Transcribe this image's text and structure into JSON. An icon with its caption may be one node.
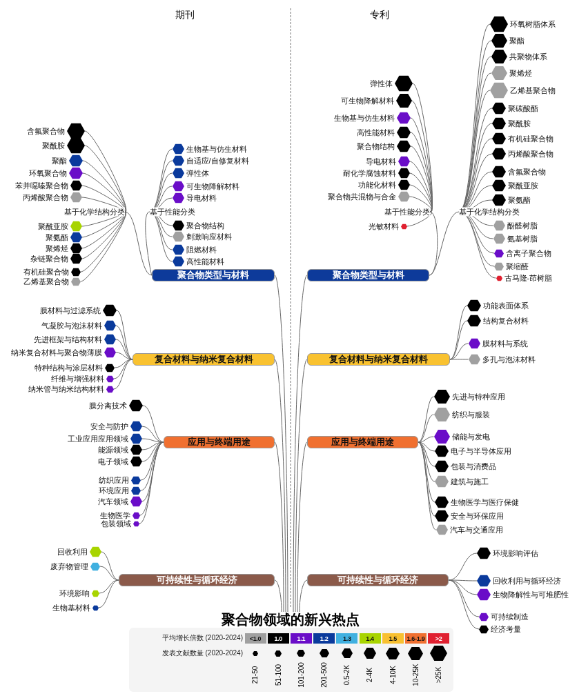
{
  "diagram": {
    "nodes": [
      {
        "text": [
          "聚合物领域的新兴热点"
        ]
      },
      {
        "text": [
          "聚合物类型与材料"
        ]
      },
      {
        "text": [
          "基于化学结构分类"
        ]
      },
      {
        "text": [],
        "shape": "hexagon",
        "beside": [
          "含氟聚合物"
        ]
      },
      {
        "text": [],
        "shape": "hexagon",
        "beside": [
          "聚酰胺"
        ]
      },
      {
        "text": [],
        "shape": "hexagon",
        "beside": [
          "聚酯"
        ]
      },
      {
        "text": [],
        "shape": "hexagon",
        "beside": [
          "环氧聚合物"
        ]
      },
      {
        "text": [],
        "shape": "hexagon",
        "beside": [
          "苯并噁嗪聚合物"
        ]
      },
      {
        "text": [],
        "shape": "hexagon",
        "beside": [
          "丙烯酸聚合物"
        ]
      },
      {
        "text": [],
        "shape": "hexagon",
        "beside": [
          "聚酰亚胺"
        ]
      },
      {
        "text": [],
        "shape": "hexagon",
        "beside": [
          "聚氨酯"
        ]
      },
      {
        "text": [],
        "shape": "hexagon",
        "beside": [
          "聚烯烃"
        ]
      },
      {
        "text": [],
        "shape": "hexagon",
        "beside": [
          "杂链聚合物"
        ]
      },
      {
        "text": [],
        "shape": "hexagon",
        "beside": [
          "有机硅聚合物"
        ]
      },
      {
        "text": [],
        "shape": "hexagon",
        "beside": [
          "乙烯基聚合物"
        ]
      },
      {
        "text": [
          "基于性能分类"
        ]
      },
      {
        "text": [],
        "shape": "hexagon",
        "beside": [
          "生物基与仿生材料"
        ]
      },
      {
        "text": [],
        "shape": "hexagon",
        "beside": [
          "自适应/自修复材料"
        ]
      },
      {
        "text": [],
        "shape": "hexagon",
        "beside": [
          "弹性体"
        ]
      },
      {
        "text": [],
        "shape": "hexagon",
        "beside": [
          "可生物降解材料"
        ]
      },
      {
        "text": [],
        "shape": "hexagon",
        "beside": [
          "导电材料"
        ]
      },
      {
        "text": [],
        "shape": "hexagon",
        "beside": [
          "聚合物结构"
        ]
      },
      {
        "text": [],
        "shape": "hexagon",
        "beside": [
          "刺激响应材料"
        ]
      },
      {
        "text": [],
        "shape": "hexagon",
        "beside": [
          "阻燃材料"
        ]
      },
      {
        "text": [],
        "shape": "hexagon",
        "beside": [
          "高性能材料"
        ]
      },
      {
        "text": [
          "复合材料与纳米复合材料"
        ]
      },
      {
        "text": [],
        "shape": "hexagon",
        "beside": [
          "膜材料与过滤系统"
        ]
      },
      {
        "text": [],
        "shape": "hexagon",
        "beside": [
          "气凝胶与泡沫材料"
        ]
      },
      {
        "text": [],
        "shape": "hexagon",
        "beside": [
          "先进框架与结构材料"
        ]
      },
      {
        "text": [],
        "shape": "hexagon",
        "beside": [
          "纳米复合材料与聚合物薄膜"
        ]
      },
      {
        "text": [],
        "shape": "hexagon",
        "beside": [
          "特种结构与涂层材料"
        ]
      },
      {
        "text": [],
        "shape": "hexagon",
        "beside": [
          "纤维与增强材料"
        ]
      },
      {
        "text": [],
        "shape": "hexagon",
        "beside": [
          "纳米管与纳米结构材料"
        ]
      },
      {
        "text": [
          "应用与终端用途"
        ]
      },
      {
        "text": [],
        "shape": "hexagon",
        "beside": [
          "膜分离技术"
        ]
      },
      {
        "text": [],
        "shape": "hexagon",
        "beside": [
          "安全与防护"
        ]
      },
      {
        "text": [],
        "shape": "hexagon",
        "beside": [
          "工业应用应用领域"
        ]
      },
      {
        "text": [],
        "shape": "hexagon",
        "beside": [
          "能源领域"
        ]
      },
      {
        "text": [],
        "shape": "hexagon",
        "beside": [
          "电子领域"
        ]
      },
      {
        "text": [],
        "shape": "hexagon",
        "beside": [
          "纺织应用"
        ]
      },
      {
        "text": [],
        "shape": "hexagon",
        "beside": [
          "环境应用"
        ]
      },
      {
        "text": [],
        "shape": "hexagon",
        "beside": [
          "汽车领域"
        ]
      },
      {
        "text": [],
        "shape": "hexagon",
        "beside": [
          "生物医学"
        ]
      },
      {
        "text": [],
        "shape": "hexagon",
        "beside": [
          "包装领域"
        ]
      },
      {
        "text": [
          "可持续性与循环经济"
        ]
      },
      {
        "text": [],
        "shape": "hexagon",
        "beside": [
          "回收利用"
        ]
      },
      {
        "text": [],
        "shape": "hexagon",
        "beside": [
          "废弃物管理"
        ]
      },
      {
        "text": [],
        "shape": "hexagon",
        "beside": [
          "环境影响"
        ]
      },
      {
        "text": [],
        "shape": "hexagon",
        "beside": [
          "生物基材料"
        ]
      },
      {
        "text": [
          "聚合物类型与材料"
        ]
      },
      {
        "text": [
          "基于性能分类"
        ]
      },
      {
        "text": [],
        "shape": "hexagon",
        "beside": [
          "弹性体"
        ]
      },
      {
        "text": [],
        "shape": "hexagon",
        "beside": [
          "可生物降解材料"
        ]
      },
      {
        "text": [],
        "shape": "hexagon",
        "beside": [
          "生物基与仿生材料"
        ]
      },
      {
        "text": [],
        "shape": "hexagon",
        "beside": [
          "高性能材料"
        ]
      },
      {
        "text": [],
        "shape": "hexagon",
        "beside": [
          "聚合物结构"
        ]
      },
      {
        "text": [],
        "shape": "hexagon",
        "beside": [
          "导电材料"
        ]
      },
      {
        "text": [],
        "shape": "hexagon",
        "beside": [
          "耐化学腐蚀材料"
        ]
      },
      {
        "text": [],
        "shape": "hexagon",
        "beside": [
          "功能化材料"
        ]
      },
      {
        "text": [],
        "shape": "hexagon",
        "beside": [
          "聚合物共混物与合金"
        ]
      },
      {
        "text": [],
        "shape": "hexagon",
        "beside": [
          "光敏材料"
        ]
      },
      {
        "text": [
          "基于化学结构分类"
        ]
      },
      {
        "text": [],
        "shape": "hexagon",
        "beside": [
          "环氧树脂体系"
        ]
      },
      {
        "text": [],
        "shape": "hexagon",
        "beside": [
          "聚酯"
        ]
      },
      {
        "text": [],
        "shape": "hexagon",
        "beside": [
          "共聚物体系"
        ]
      },
      {
        "text": [],
        "shape": "hexagon",
        "beside": [
          "聚烯烃"
        ]
      },
      {
        "text": [],
        "shape": "hexagon",
        "beside": [
          "乙烯基聚合物"
        ]
      },
      {
        "text": [],
        "shape": "hexagon",
        "beside": [
          "聚碳酸酯"
        ]
      },
      {
        "text": [],
        "shape": "hexagon",
        "beside": [
          "聚酰胺"
        ]
      },
      {
        "text": [],
        "shape": "hexagon",
        "beside": [
          "有机硅聚合物"
        ]
      },
      {
        "text": [],
        "shape": "hexagon",
        "beside": [
          "丙烯酸聚合物"
        ]
      },
      {
        "text": [],
        "shape": "hexagon",
        "beside": [
          "含氟聚合物"
        ]
      },
      {
        "text": [],
        "shape": "hexagon",
        "beside": [
          "聚酰亚胺"
        ]
      },
      {
        "text": [],
        "shape": "hexagon",
        "beside": [
          "聚氨酯"
        ]
      },
      {
        "text": [],
        "shape": "hexagon",
        "beside": [
          "酚醛树脂"
        ]
      },
      {
        "text": [],
        "shape": "hexagon",
        "beside": [
          "氨基树脂"
        ]
      },
      {
        "text": [],
        "shape": "hexagon",
        "beside": [
          "含离子聚合物"
        ]
      },
      {
        "text": [],
        "shape": "hexagon",
        "beside": [
          "聚缩醛"
        ]
      },
      {
        "text": [],
        "shape": "hexagon",
        "beside": [
          "古马隆-茚树脂"
        ]
      },
      {
        "text": [
          "复合材料与纳米复合材料"
        ]
      },
      {
        "text": [],
        "shape": "hexagon",
        "beside": [
          "功能表面体系"
        ]
      },
      {
        "text": [],
        "shape": "hexagon",
        "beside": [
          "结构复合材料"
        ]
      },
      {
        "text": [],
        "shape": "hexagon",
        "beside": [
          "膜材料与系统"
        ]
      },
      {
        "text": [],
        "shape": "hexagon",
        "beside": [
          "多孔与泡沫材料"
        ]
      },
      {
        "text": [
          "应用与终端用途"
        ]
      },
      {
        "text": [],
        "shape": "hexagon",
        "beside": [
          "先进与特种应用"
        ]
      },
      {
        "text": [],
        "shape": "hexagon",
        "beside": [
          "纺织与服装"
        ]
      },
      {
        "text": [],
        "shape": "hexagon",
        "beside": [
          "储能与发电"
        ]
      },
      {
        "text": [],
        "shape": "hexagon",
        "beside": [
          "电子与半导体应用"
        ]
      },
      {
        "text": [],
        "shape": "hexagon",
        "beside": [
          "包装与消费品"
        ]
      },
      {
        "text": [],
        "shape": "hexagon",
        "beside": [
          "建筑与施工"
        ]
      },
      {
        "text": [],
        "shape": "hexagon",
        "beside": [
          "生物医学与医疗保健"
        ]
      },
      {
        "text": [],
        "shape": "hexagon",
        "beside": [
          "安全与环保应用"
        ]
      },
      {
        "text": [],
        "shape": "hexagon",
        "beside": [
          "汽车与交通应用"
        ]
      },
      {
        "text": [
          "可持续性与循环经济"
        ]
      },
      {
        "text": [],
        "shape": "hexagon",
        "beside": [
          "环境影响评估"
        ]
      },
      {
        "text": [],
        "shape": "hexagon",
        "beside": [
          "回收利用与循环经济"
        ]
      },
      {
        "text": [],
        "shape": "hexagon",
        "beside": [
          "生物降解性与可堆肥性"
        ]
      },
      {
        "text": [],
        "shape": "hexagon",
        "beside": [
          "可持续制造"
        ]
      },
      {
        "text": [],
        "shape": "hexagon",
        "beside": [
          "经济考量"
        ]
      }
    ],
    "edges": [
      {
        "from": 0,
        "to": 1,
        "arrow": "none"
      },
      {
        "from": 0,
        "to": 25,
        "arrow": "none"
      },
      {
        "from": 0,
        "to": 33,
        "arrow": "none"
      },
      {
        "from": 0,
        "to": 44,
        "arrow": "none"
      },
      {
        "from": 0,
        "to": 49,
        "arrow": "none"
      },
      {
        "from": 0,
        "to": 79,
        "arrow": "none"
      },
      {
        "from": 0,
        "to": 84,
        "arrow": "none"
      },
      {
        "from": 0,
        "to": 94,
        "arrow": "none"
      },
      {
        "from": 1,
        "to": 2,
        "arrow": "none"
      },
      {
        "from": 1,
        "to": 15,
        "arrow": "none"
      },
      {
        "from": 2,
        "to": 3,
        "arrow": "none"
      },
      {
        "from": 2,
        "to": 4,
        "arrow": "none"
      },
      {
        "from": 2,
        "to": 5,
        "arrow": "none"
      },
      {
        "from": 2,
        "to": 6,
        "arrow": "none"
      },
      {
        "from": 2,
        "to": 7,
        "arrow": "none"
      },
      {
        "from": 2,
        "to": 8,
        "arrow": "none"
      },
      {
        "from": 2,
        "to": 9,
        "arrow": "none"
      },
      {
        "from": 2,
        "to": 10,
        "arrow": "none"
      },
      {
        "from": 2,
        "to": 11,
        "arrow": "none"
      },
      {
        "from": 2,
        "to": 12,
        "arrow": "none"
      },
      {
        "from": 2,
        "to": 13,
        "arrow": "none"
      },
      {
        "from": 2,
        "to": 14,
        "arrow": "none"
      },
      {
        "from": 15,
        "to": 16,
        "arrow": "none"
      },
      {
        "from": 15,
        "to": 17,
        "arrow": "none"
      },
      {
        "from": 15,
        "to": 18,
        "arrow": "none"
      },
      {
        "from": 15,
        "to": 19,
        "arrow": "none"
      },
      {
        "from": 15,
        "to": 20,
        "arrow": "none"
      },
      {
        "from": 15,
        "to": 21,
        "arrow": "none"
      },
      {
        "from": 15,
        "to": 22,
        "arrow": "none"
      },
      {
        "from": 15,
        "to": 23,
        "arrow": "none"
      },
      {
        "from": 15,
        "to": 24,
        "arrow": "none"
      },
      {
        "from": 25,
        "to": 26,
        "arrow": "none"
      },
      {
        "from": 25,
        "to": 27,
        "arrow": "none"
      },
      {
        "from": 25,
        "to": 28,
        "arrow": "none"
      },
      {
        "from": 25,
        "to": 29,
        "arrow": "none"
      },
      {
        "from": 25,
        "to": 30,
        "arrow": "none"
      },
      {
        "from": 25,
        "to": 31,
        "arrow": "none"
      },
      {
        "from": 25,
        "to": 32,
        "arrow": "none"
      },
      {
        "from": 33,
        "to": 34,
        "arrow": "none"
      },
      {
        "from": 33,
        "to": 35,
        "arrow": "none"
      },
      {
        "from": 33,
        "to": 36,
        "arrow": "none"
      },
      {
        "from": 33,
        "to": 37,
        "arrow": "none"
      },
      {
        "from": 33,
        "to": 38,
        "arrow": "none"
      },
      {
        "from": 33,
        "to": 39,
        "arrow": "none"
      },
      {
        "from": 33,
        "to": 40,
        "arrow": "none"
      },
      {
        "from": 33,
        "to": 41,
        "arrow": "none"
      },
      {
        "from": 33,
        "to": 42,
        "arrow": "none"
      },
      {
        "from": 33,
        "to": 43,
        "arrow": "none"
      },
      {
        "from": 44,
        "to": 45,
        "arrow": "none"
      },
      {
        "from": 44,
        "to": 46,
        "arrow": "none"
      },
      {
        "from": 44,
        "to": 47,
        "arrow": "none"
      },
      {
        "from": 44,
        "to": 48,
        "arrow": "none"
      },
      {
        "from": 49,
        "to": 50,
        "arrow": "none"
      },
      {
        "from": 49,
        "to": 61,
        "arrow": "none"
      },
      {
        "from": 50,
        "to": 51,
        "arrow": "none"
      },
      {
        "from": 50,
        "to": 52,
        "arrow": "none"
      },
      {
        "from": 50,
        "to": 53,
        "arrow": "none"
      },
      {
        "from": 50,
        "to": 54,
        "arrow": "none"
      },
      {
        "from": 50,
        "to": 55,
        "arrow": "none"
      },
      {
        "from": 50,
        "to": 56,
        "arrow": "none"
      },
      {
        "from": 50,
        "to": 57,
        "arrow": "none"
      },
      {
        "from": 50,
        "to": 58,
        "arrow": "none"
      },
      {
        "from": 50,
        "to": 59,
        "arrow": "none"
      },
      {
        "from": 50,
        "to": 60,
        "arrow": "none"
      },
      {
        "from": 61,
        "to": 62,
        "arrow": "none"
      },
      {
        "from": 61,
        "to": 63,
        "arrow": "none"
      },
      {
        "from": 61,
        "to": 64,
        "arrow": "none"
      },
      {
        "from": 61,
        "to": 65,
        "arrow": "none"
      },
      {
        "from": 61,
        "to": 66,
        "arrow": "none"
      },
      {
        "from": 61,
        "to": 67,
        "arrow": "none"
      },
      {
        "from": 61,
        "to": 68,
        "arrow": "none"
      },
      {
        "from": 61,
        "to": 69,
        "arrow": "none"
      },
      {
        "from": 61,
        "to": 70,
        "arrow": "none"
      },
      {
        "from": 61,
        "to": 71,
        "arrow": "none"
      },
      {
        "from": 61,
        "to": 72,
        "arrow": "none"
      },
      {
        "from": 61,
        "to": 73,
        "arrow": "none"
      },
      {
        "from": 61,
        "to": 74,
        "arrow": "none"
      },
      {
        "from": 61,
        "to": 75,
        "arrow": "none"
      },
      {
        "from": 61,
        "to": 76,
        "arrow": "none"
      },
      {
        "from": 61,
        "to": 77,
        "arrow": "none"
      },
      {
        "from": 61,
        "to": 78,
        "arrow": "none"
      },
      {
        "from": 79,
        "to": 80,
        "arrow": "none"
      },
      {
        "from": 79,
        "to": 81,
        "arrow": "none"
      },
      {
        "from": 79,
        "to": 82,
        "arrow": "none"
      },
      {
        "from": 79,
        "to": 83,
        "arrow": "none"
      },
      {
        "from": 84,
        "to": 85,
        "arrow": "none"
      },
      {
        "from": 84,
        "to": 86,
        "arrow": "none"
      },
      {
        "from": 84,
        "to": 87,
        "arrow": "none"
      },
      {
        "from": 84,
        "to": 88,
        "arrow": "none"
      },
      {
        "from": 84,
        "to": 89,
        "arrow": "none"
      },
      {
        "from": 84,
        "to": 90,
        "arrow": "none"
      },
      {
        "from": 84,
        "to": 91,
        "arrow": "none"
      },
      {
        "from": 84,
        "to": 92,
        "arrow": "none"
      },
      {
        "from": 84,
        "to": 93,
        "arrow": "none"
      },
      {
        "from": 94,
        "to": 95,
        "arrow": "none"
      },
      {
        "from": 94,
        "to": 96,
        "arrow": "none"
      },
      {
        "from": 94,
        "to": 97,
        "arrow": "none"
      },
      {
        "from": 94,
        "to": 98,
        "arrow": "none"
      },
      {
        "from": 94,
        "to": 99,
        "arrow": "none"
      }
    ],
    "labels": [
      "期刊",
      "专利",
      "平均增长倍数 (2020-2024)",
      "发表文献数量 (2020-2024)"
    ],
    "legend": [
      {
        "text": "<1.0",
        "color": "#a0a0a0"
      },
      {
        "text": "1.0",
        "color": "#000000"
      },
      {
        "text": "1.1",
        "color": "#6a0dc8"
      },
      {
        "text": "1.2",
        "color": "#0a3a9c"
      },
      {
        "text": "1.3",
        "color": "#40b0e0"
      },
      {
        "text": "1.4",
        "color": "#a8d400"
      },
      {
        "text": "1.5",
        "color": "#f8c030"
      },
      {
        "text": "1.6-1.9",
        "color": "#f07030"
      },
      {
        "text": ">2",
        "color": "#e02030"
      },
      {
        "text": "21-50"
      },
      {
        "text": "51-100"
      },
      {
        "text": "101-200"
      },
      {
        "text": "201-500"
      },
      {
        "text": "0.5-2K"
      },
      {
        "text": "2-4K"
      },
      {
        "text": "4-10K"
      },
      {
        "text": "10-25K"
      },
      {
        "text": ">25K"
      }
    ]
  }
}
